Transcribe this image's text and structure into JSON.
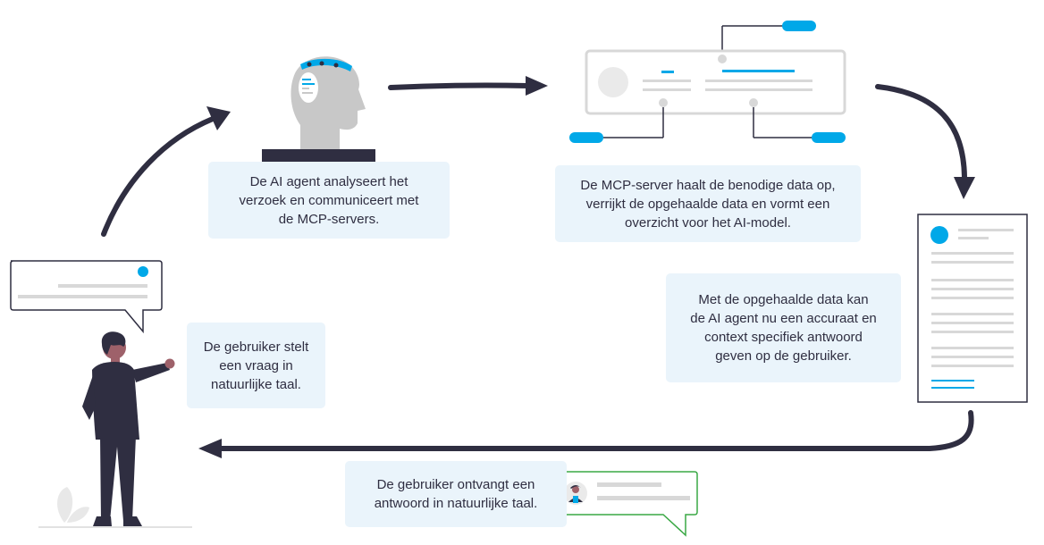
{
  "steps": [
    {
      "id": "user-question",
      "text": "De gebruiker stelt\neen vraag in\nnatuurlijke taal."
    },
    {
      "id": "agent-analyse",
      "text": "De AI agent analyseert het\nverzoek en communiceert met\nde MCP-servers."
    },
    {
      "id": "mcp-fetch",
      "text": "De MCP-server haalt de benodige data op,\nverrijkt de opgehaalde data en vormt een\noverzicht voor het AI-model."
    },
    {
      "id": "agent-answer",
      "text": "Met de opgehaalde data kan\nde AI agent nu een accuraat en\ncontext specifiek antwoord\ngeven op de gebruiker."
    },
    {
      "id": "user-receives",
      "text": "De gebruiker ontvangt een\nantwoord in natuurlijke taal."
    }
  ],
  "colors": {
    "accent": "#00a8e8",
    "dark": "#2f2e41",
    "box": "#eaf4fb",
    "gray": "#c8c8c8",
    "green": "#3aa845",
    "skin": "#9e616a"
  }
}
